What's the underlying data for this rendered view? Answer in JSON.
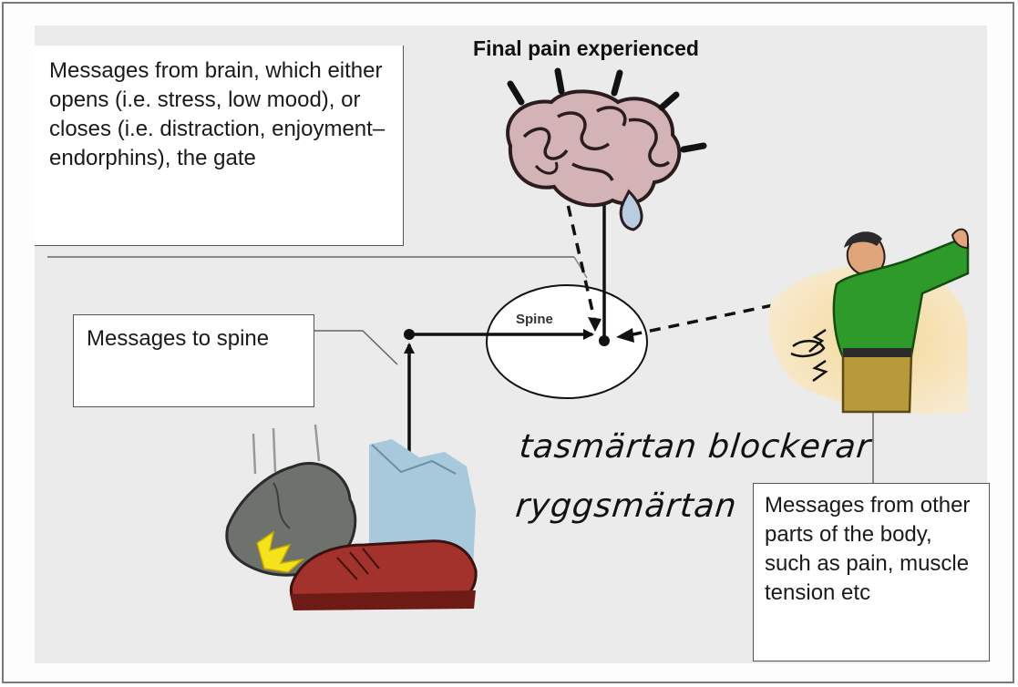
{
  "heading": "Final pain experienced",
  "boxes": {
    "brain_messages": "Messages from brain, which either opens (i.e. stress, low mood), or closes (i.e. distraction, enjoyment–endorphins), the gate",
    "spine_messages": "Messages to spine",
    "body_messages": "Messages from other parts of the body, such as pain, muscle tension etc"
  },
  "spine_label": "Spine",
  "handwriting": {
    "line1": "tasmärtan blockerar",
    "line2": "ryggsmärtan"
  },
  "colors": {
    "panel": "#ebebeb",
    "shoe": "#a3322c",
    "jeans": "#a8c8dc",
    "rock": "#6e726c",
    "shirt": "#2e9a2a",
    "pants": "#b99a3a",
    "brain": "#d4b3b6",
    "spark": "#f4e21a",
    "glow": "#f3dfb0"
  },
  "icons": [
    "brain-icon",
    "foot-on-rock-icon",
    "man-pain-icon"
  ]
}
